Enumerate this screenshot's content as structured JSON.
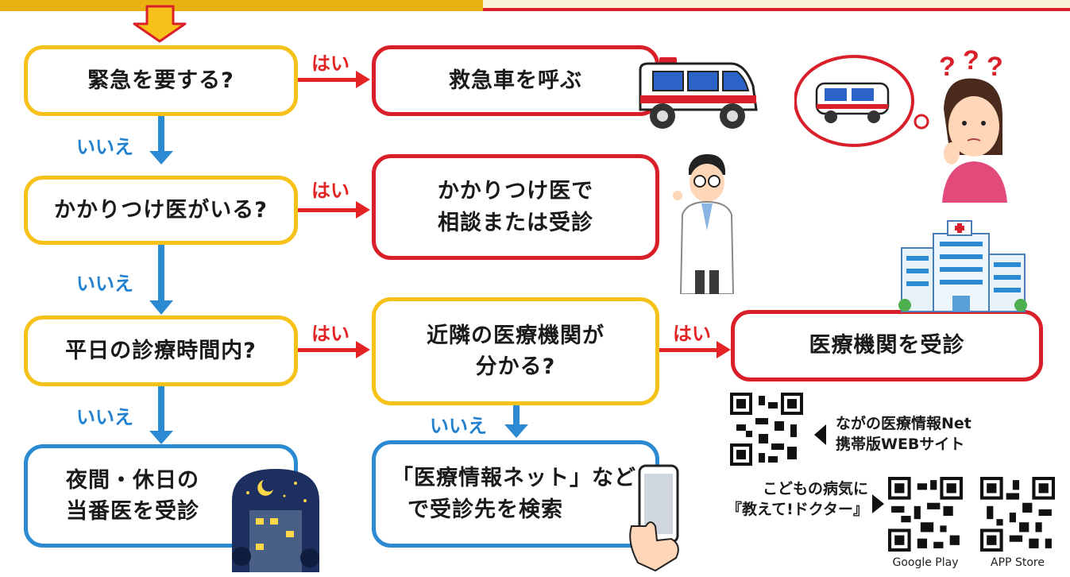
{
  "boxes": {
    "emergency_q": "緊急を要する?",
    "ambulance": "救急車を呼ぶ",
    "family_doctor_q": "かかりつけ医がいる?",
    "family_doctor_a1": "かかりつけ医で",
    "family_doctor_a2": "相談または受診",
    "weekday_q": "平日の診療時間内?",
    "nearby_q1": "近隣の医療機関が",
    "nearby_q2": "分かる?",
    "visit_clinic": "医療機関を受診",
    "night_1": "夜間・休日の",
    "night_2": "当番医を受診",
    "search_1": "「医療情報ネット」など",
    "search_2": "で受診先を検索"
  },
  "labels": {
    "yes": "はい",
    "no": "いいえ"
  },
  "qr": {
    "site_line1": "ながの医療情報Net",
    "site_line2": "携帯版WEBサイト",
    "app_line1": "こどもの病気に",
    "app_line2": "『教えて!ドクター』",
    "google_play": "Google Play",
    "app_store": "APP Store"
  },
  "colors": {
    "yes": "#e42424",
    "no": "#2282cf",
    "question": "#f6c21a",
    "answer": "#d9202a",
    "outcome": "#2b8ad1",
    "banner": "#e8b10f"
  },
  "icons": [
    "ambulance-icon",
    "worried-woman-icon",
    "doctor-icon",
    "hospital-icon",
    "night-hospital-icon",
    "smartphone-icon",
    "qr-code-icon"
  ]
}
